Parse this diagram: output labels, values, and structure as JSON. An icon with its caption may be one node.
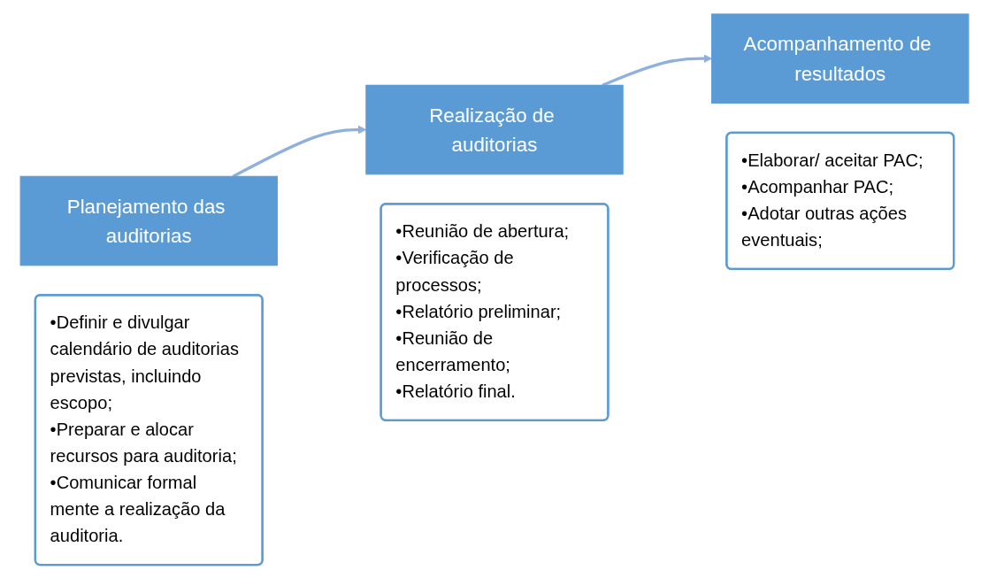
{
  "diagram": {
    "nodes": [
      {
        "text": [
          "Planejamento das auditorias"
        ]
      },
      {
        "text": [
          "•Definir e divulgar calendário de auditorias previstas, incluindo escopo;",
          "•Preparar e alocar recursos para auditoria;",
          "•Comunicar formal mente a realização da auditoria."
        ]
      },
      {
        "text": [
          "Realização de auditorias"
        ]
      },
      {
        "text": [
          "•Reunião de abertura;",
          "•Verificação de processos;",
          "•Relatório preliminar;",
          "•Reunião de encerramento;",
          "•Relatório final."
        ]
      },
      {
        "text": [
          "Acompanhamento de resultados"
        ]
      },
      {
        "text": [
          "•Elaborar/ aceitar PAC;",
          "•Acompanhar PAC;",
          "•Adotar outras ações eventuais;"
        ]
      }
    ],
    "edges": [
      {
        "from": 0,
        "to": 2,
        "arrow": "to"
      },
      {
        "from": 2,
        "to": 4,
        "arrow": "to"
      }
    ]
  }
}
